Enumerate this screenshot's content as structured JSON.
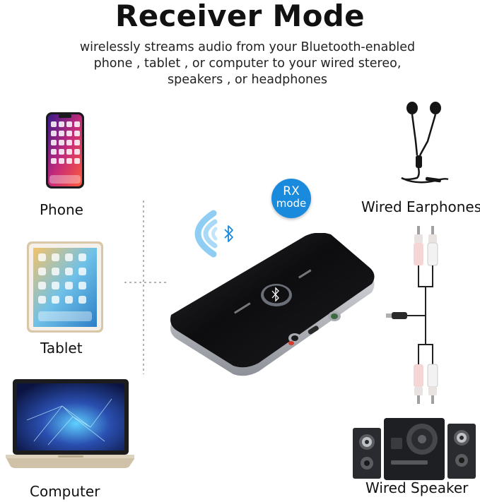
{
  "header": {
    "title": "Receiver Mode",
    "subtitle_lines": [
      "wirelessly streams audio from your Bluetooth-enabled",
      "phone , tablet , or computer to your wired stereo,",
      "speakers , or headphones"
    ]
  },
  "sources": [
    {
      "label": "Phone",
      "icon": "smartphone-icon"
    },
    {
      "label": "Tablet",
      "icon": "tablet-icon"
    },
    {
      "label": "Computer",
      "icon": "laptop-icon"
    }
  ],
  "outputs": [
    {
      "label": "Wired Earphones",
      "icon": "earphones-icon"
    },
    {
      "label": "Wired Speaker",
      "icon": "speaker-icon"
    }
  ],
  "mode_badge": {
    "line1": "RX",
    "line2": "mode",
    "color": "#1a8bdc"
  },
  "device": {
    "logo": "bluetooth-icon"
  },
  "colors": {
    "bluetooth": "#1a8bdc",
    "device_body": "#0d0d0f",
    "device_rim": "#c8cad0"
  }
}
